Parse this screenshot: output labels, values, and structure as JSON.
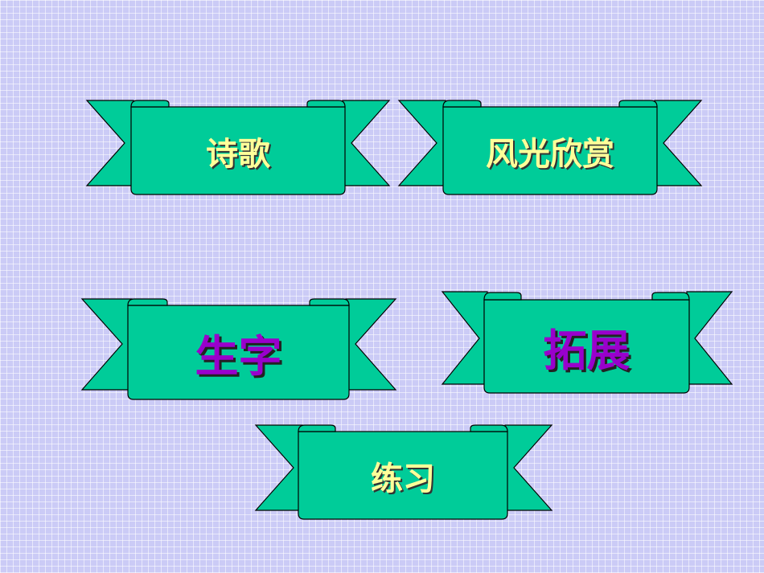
{
  "slide": {
    "background_color": "#cbcbf6",
    "banners": [
      {
        "id": "poem",
        "label": "诗歌",
        "style": "yellow"
      },
      {
        "id": "scenery",
        "label": "风光欣赏",
        "style": "yellow"
      },
      {
        "id": "new_words",
        "label": "生字",
        "style": "purple"
      },
      {
        "id": "extension",
        "label": "拓展",
        "style": "purple"
      },
      {
        "id": "exercise",
        "label": "练习",
        "style": "yellow"
      }
    ]
  },
  "colors": {
    "ribbon_fill": "#00cc99",
    "ribbon_stroke": "#000000",
    "label_yellow": "#ffff99",
    "label_purple": "#9900cc"
  }
}
